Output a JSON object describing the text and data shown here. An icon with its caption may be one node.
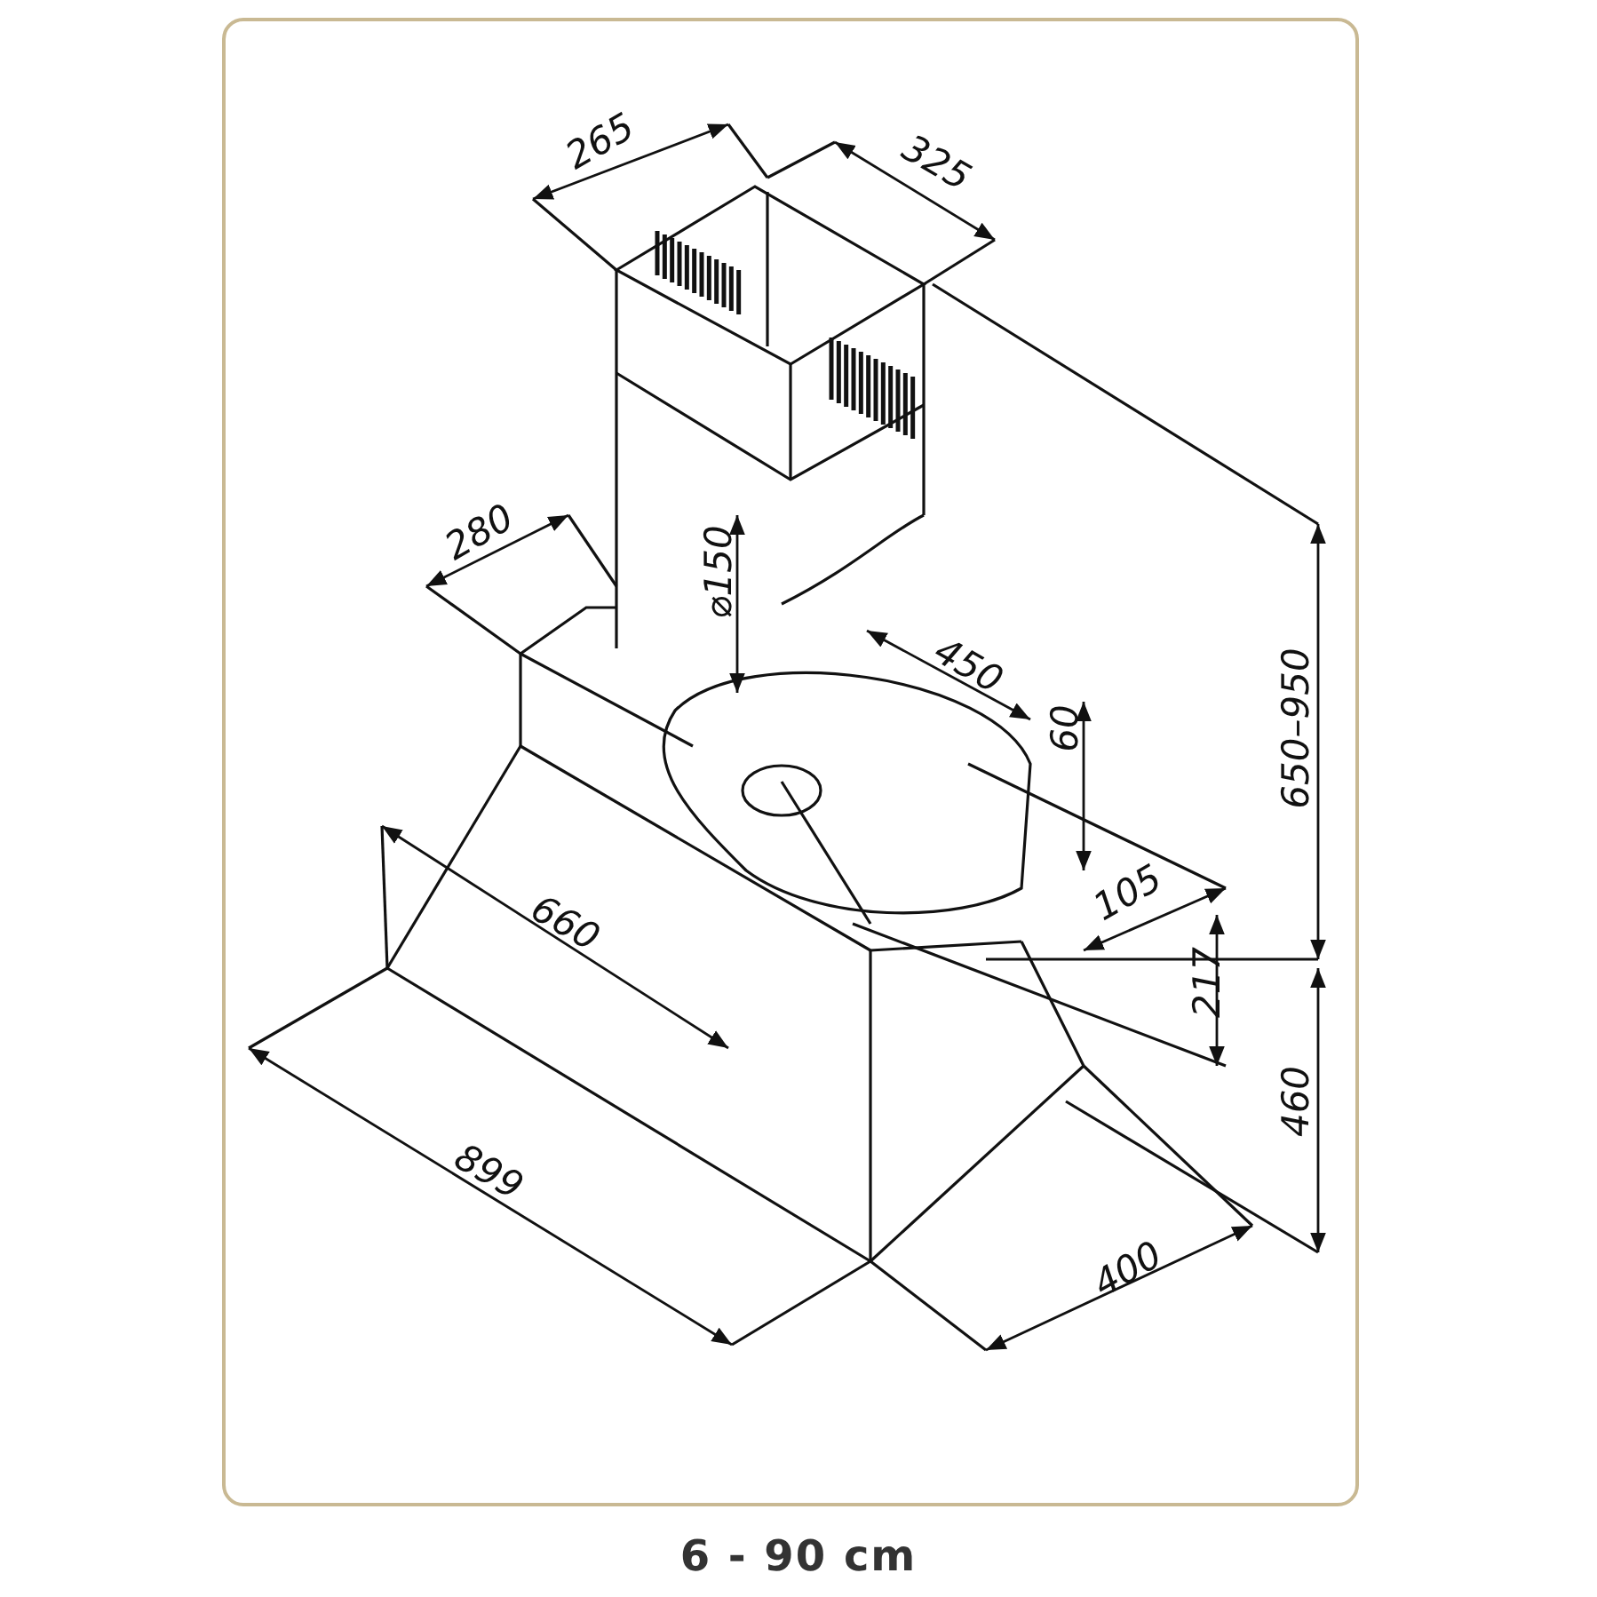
{
  "diagram": {
    "caption": "6 - 90 cm",
    "labels": [
      "265",
      "325",
      "280",
      "⌀150",
      "450",
      "60",
      "650–950",
      "105",
      "217",
      "660",
      "460",
      "899",
      "400"
    ]
  }
}
